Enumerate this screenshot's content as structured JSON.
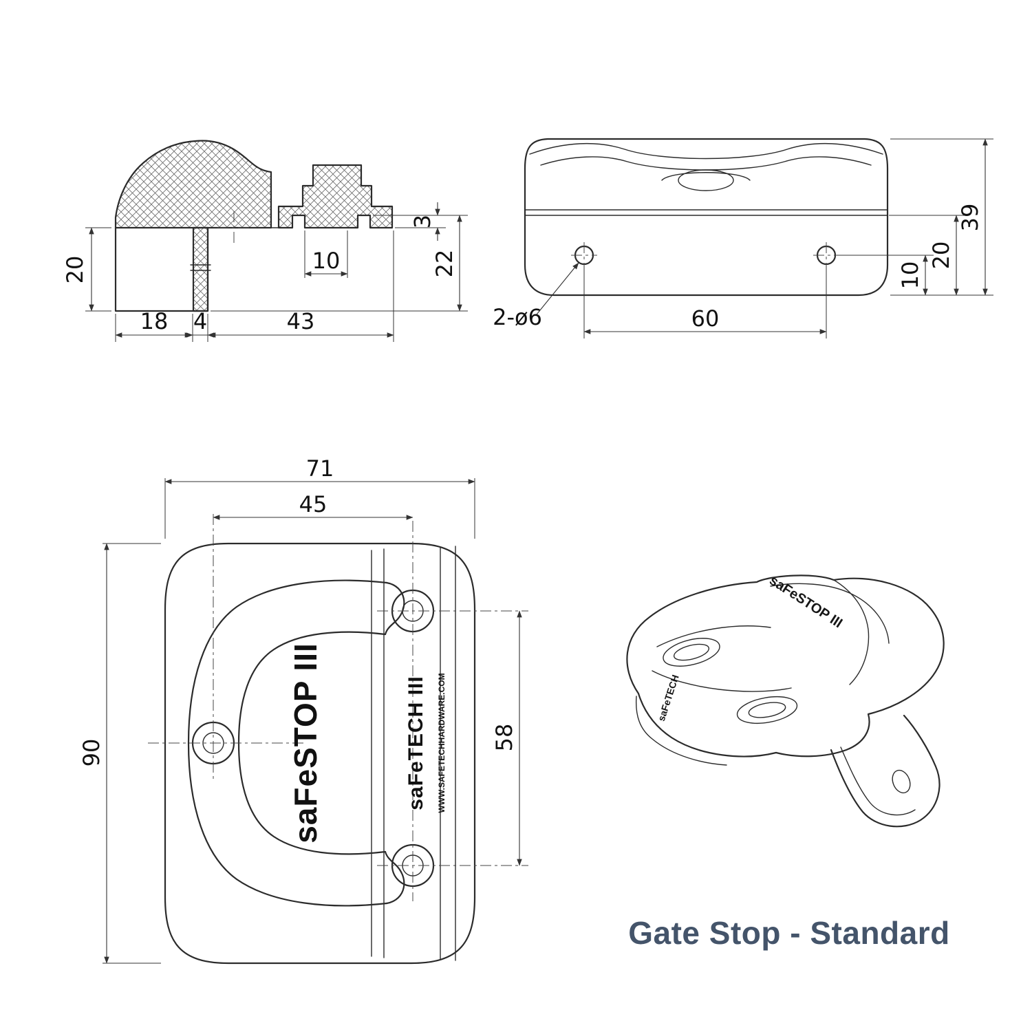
{
  "title": "Gate Stop - Standard",
  "colors": {
    "title": "#44546a",
    "line": "#2b2b2b"
  },
  "views": {
    "section": {
      "dims": {
        "d20": "20",
        "d18": "18",
        "d4": "4",
        "d43": "43",
        "d10": "10",
        "d3": "3",
        "d22": "22"
      }
    },
    "side": {
      "dims": {
        "holes": "2-ø6",
        "d60": "60",
        "d10": "10",
        "d20": "20",
        "d39": "39"
      }
    },
    "plan": {
      "brand_safestop": "saFeSTOP III",
      "brand_safetech": "saFeTECH III",
      "brand_url": "WWW.SAFETECHHARDWARE.COM",
      "dims": {
        "d71": "71",
        "d45": "45",
        "d90": "90",
        "d58": "58"
      }
    },
    "iso": {
      "stamp_safestop": "saFeSTOP III",
      "stamp_safetech": "saFeTECH"
    }
  }
}
